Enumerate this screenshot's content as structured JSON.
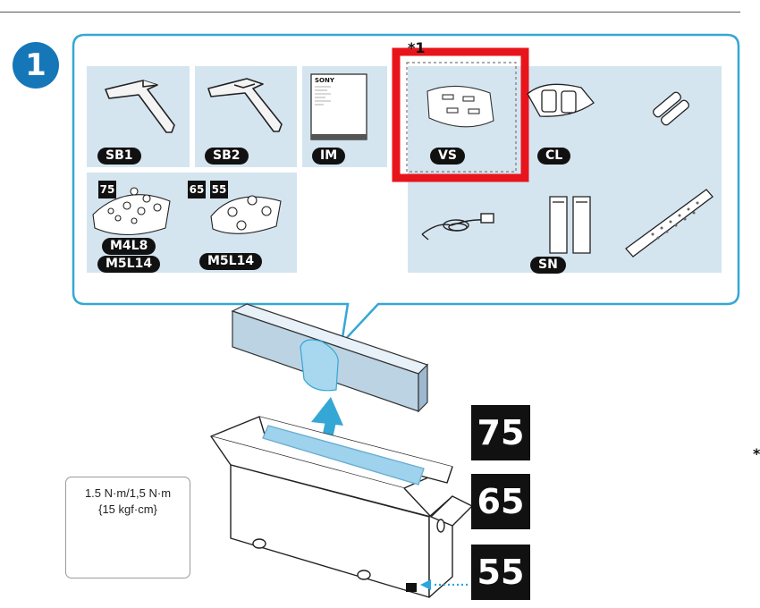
{
  "step_number": "1",
  "note_mark": "*1",
  "edge_mark": "*",
  "colors": {
    "accent": "#1577b8",
    "panel": "#d4e5f0",
    "highlight": "#e8141c",
    "arrow": "#2aa5e0"
  },
  "parts": {
    "sb1": "SB1",
    "sb2": "SB2",
    "im": "IM",
    "vs": "VS",
    "cl": "CL",
    "sn": "SN",
    "screws_75_labels": [
      "M4L8",
      "M5L14"
    ],
    "screws_65_55_label": "M5L14",
    "size_tag_75": "75",
    "size_tag_65": "65",
    "size_tag_55": "55",
    "manual_brand": "SONY"
  },
  "torque": {
    "line1": "1.5 N·m/1,5 N·m",
    "line2": "{15 kgf·cm}"
  },
  "sizes": [
    "75",
    "65",
    "55"
  ]
}
